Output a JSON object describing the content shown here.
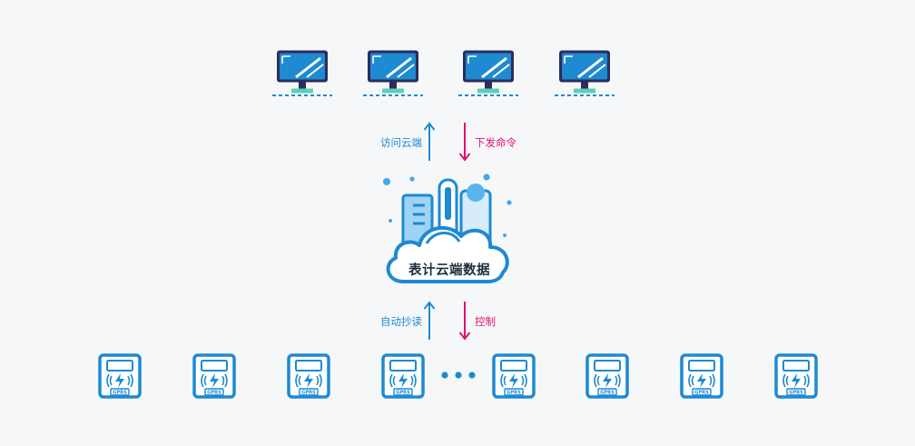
{
  "monitors": [
    {
      "name": "monitor-1"
    },
    {
      "name": "monitor-2"
    },
    {
      "name": "monitor-3"
    },
    {
      "name": "monitor-4"
    }
  ],
  "arrows": {
    "top_up_label": "访问云端",
    "top_down_label": "下发命令",
    "bottom_up_label": "自动抄读",
    "bottom_down_label": "控制"
  },
  "cloud": {
    "label": "表计云端数据",
    "icon": "cloud-city-icon"
  },
  "meters": {
    "badge": "GPRS",
    "count_left": 4,
    "count_right": 4,
    "icon": "smart-meter-icon"
  },
  "colors": {
    "blue": "#1e8ad1",
    "light_blue": "#9fd3f5",
    "pink": "#e2126f",
    "navy": "#2b2d5c",
    "green": "#5bd0b6"
  }
}
